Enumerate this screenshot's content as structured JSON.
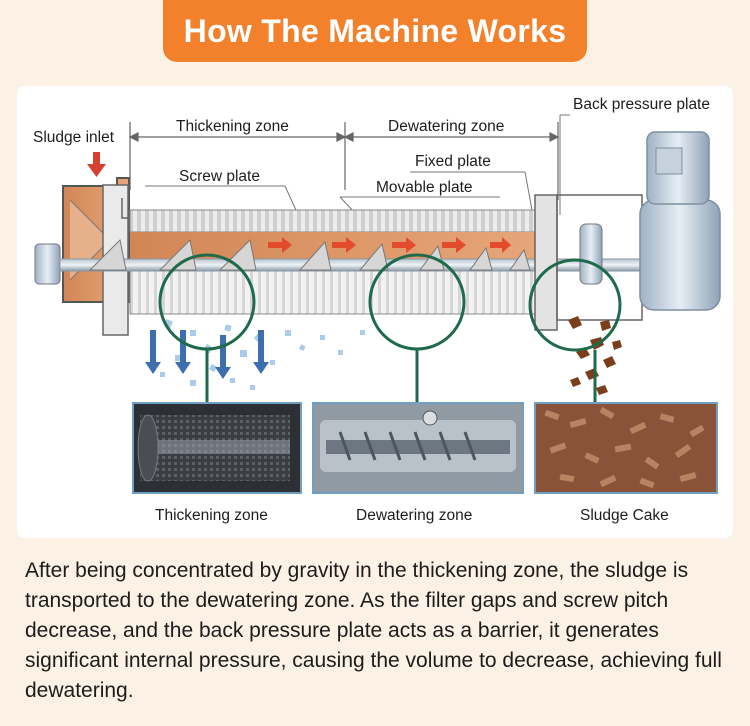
{
  "header": {
    "title": "How The Machine Works"
  },
  "diagram": {
    "labels": {
      "sludge_inlet": "Sludge inlet",
      "thickening_zone_top": "Thickening zone",
      "dewatering_zone_top": "Dewatering zone",
      "back_pressure_plate": "Back pressure plate",
      "fixed_plate": "Fixed plate",
      "screw_plate": "Screw plate",
      "movable_plate": "Movable plate"
    },
    "photos": [
      {
        "caption": "Thickening zone"
      },
      {
        "caption": "Dewatering zone"
      },
      {
        "caption": "Sludge Cake"
      }
    ]
  },
  "description": "After being concentrated by gravity in the thickening zone, the sludge is transported to the dewatering zone. As the filter gaps and screw pitch decrease, and the back pressure plate acts as a barrier, it generates significant internal pressure, causing the volume to decrease, achieving full dewatering.",
  "colors": {
    "accent": "#f3802a",
    "sludge": "#c06a3e",
    "zone_ring": "#1f6a4a",
    "arrow_red": "#e24b2c",
    "water_blue": "#3d6fb0"
  }
}
